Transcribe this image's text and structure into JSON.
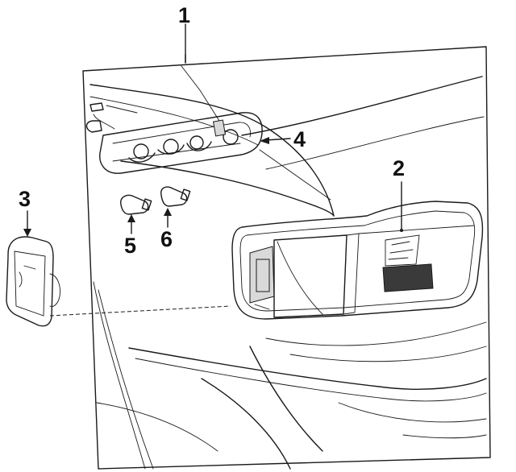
{
  "diagram": {
    "callouts": [
      {
        "id": "1",
        "label": "1"
      },
      {
        "id": "2",
        "label": "2"
      },
      {
        "id": "3",
        "label": "3"
      },
      {
        "id": "4",
        "label": "4"
      },
      {
        "id": "5",
        "label": "5"
      },
      {
        "id": "6",
        "label": "6"
      }
    ],
    "colors": {
      "ink": "#1a1a1a",
      "background": "#ffffff",
      "shade": "#d9d9d9",
      "dark_fill": "#3a3a3a"
    }
  }
}
